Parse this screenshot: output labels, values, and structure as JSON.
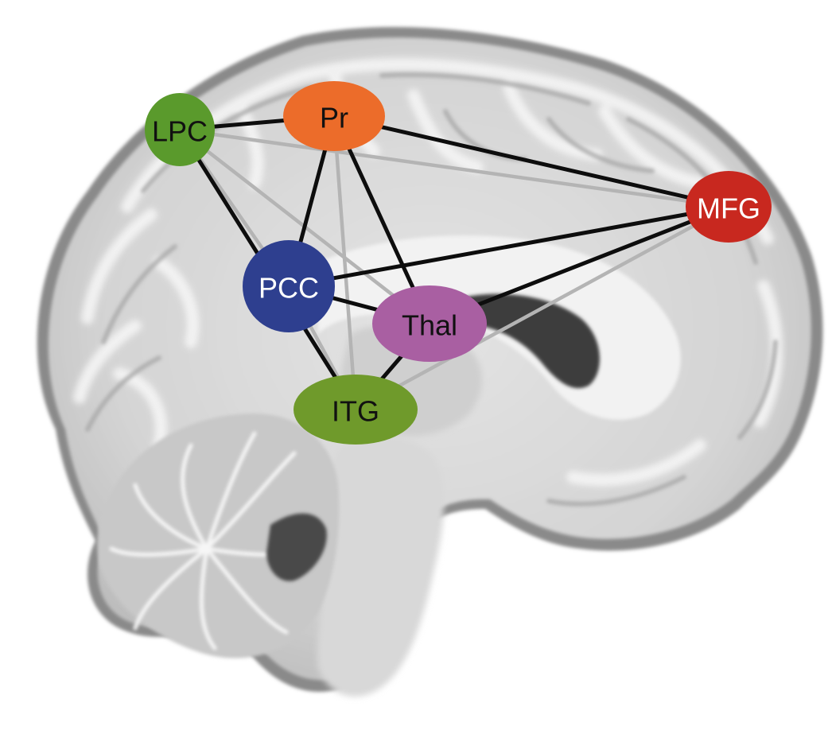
{
  "nodes": [
    {
      "id": "LPC",
      "label": "LPC",
      "fill": "#5a9a2c",
      "text_color": "#111111"
    },
    {
      "id": "Pr",
      "label": "Pr",
      "fill": "#ec6c2a",
      "text_color": "#111111"
    },
    {
      "id": "MFG",
      "label": "MFG",
      "fill": "#c8281f",
      "text_color": "#ffffff"
    },
    {
      "id": "PCC",
      "label": "PCC",
      "fill": "#2e3f8f",
      "text_color": "#ffffff"
    },
    {
      "id": "Thal",
      "label": "Thal",
      "fill": "#a95fa2",
      "text_color": "#111111"
    },
    {
      "id": "ITG",
      "label": "ITG",
      "fill": "#6f9a2b",
      "text_color": "#111111"
    }
  ],
  "edges": [
    {
      "from": "LPC",
      "to": "Pr",
      "kind": "strong"
    },
    {
      "from": "LPC",
      "to": "ITG",
      "kind": "strong"
    },
    {
      "from": "Pr",
      "to": "MFG",
      "kind": "strong"
    },
    {
      "from": "Pr",
      "to": "PCC",
      "kind": "strong"
    },
    {
      "from": "Pr",
      "to": "Thal",
      "kind": "strong"
    },
    {
      "from": "PCC",
      "to": "MFG",
      "kind": "strong"
    },
    {
      "from": "PCC",
      "to": "Thal",
      "kind": "strong"
    },
    {
      "from": "Thal",
      "to": "MFG",
      "kind": "strong"
    },
    {
      "from": "Thal",
      "to": "ITG",
      "kind": "strong"
    },
    {
      "from": "LPC",
      "to": "MFG",
      "kind": "weak"
    },
    {
      "from": "LPC",
      "to": "PCC",
      "kind": "weak"
    },
    {
      "from": "LPC",
      "to": "Thal",
      "kind": "weak"
    },
    {
      "from": "Pr",
      "to": "ITG",
      "kind": "weak"
    },
    {
      "from": "PCC",
      "to": "ITG",
      "kind": "weak"
    },
    {
      "from": "ITG",
      "to": "MFG",
      "kind": "weak"
    }
  ],
  "edge_colors": {
    "strong": "#0d0d0d",
    "weak": "#b4b4b4"
  },
  "background_image": "sagittal-brain-mri-slice"
}
